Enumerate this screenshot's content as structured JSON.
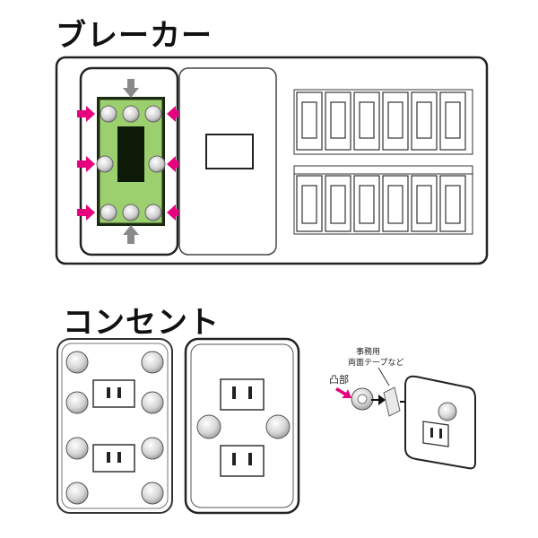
{
  "breaker_section": {
    "title": "ブレーカー",
    "module_number": "3",
    "accent_arrow_color": "#e6007e",
    "gray_arrow_color": "#888888",
    "module_fill_color": "#9ccf6e",
    "switch_rows": 2,
    "switches_per_row": 6
  },
  "outlet_section": {
    "title": "コンセント",
    "callout_label_line1": "凸部",
    "callout_label_line2a": "事務用",
    "callout_label_line2b": "両面テープなど"
  }
}
